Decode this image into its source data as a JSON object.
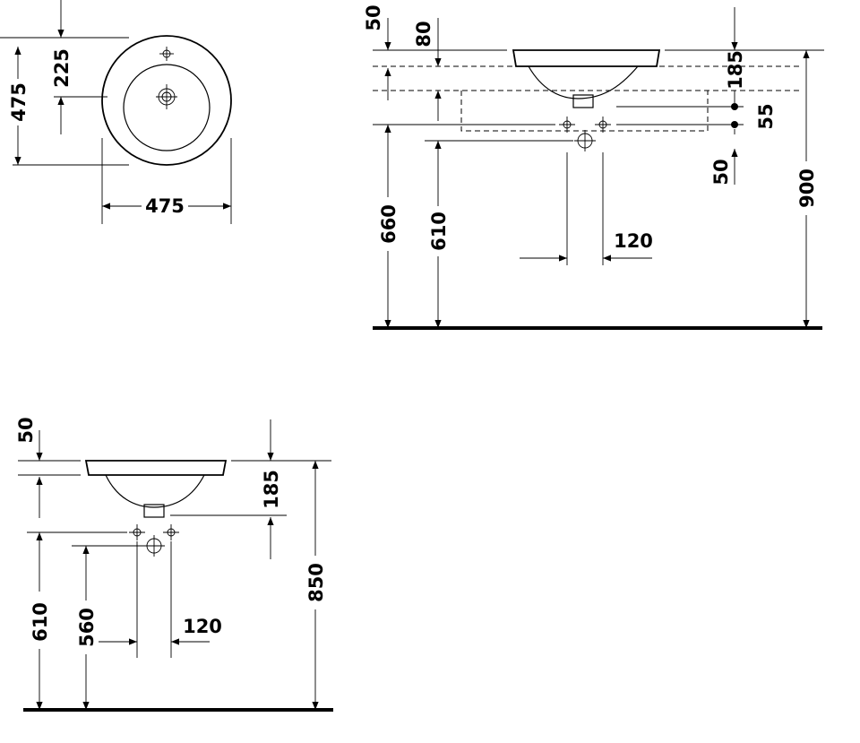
{
  "top_view": {
    "dim_depth": "475",
    "dim_tap_offset": "225",
    "dim_width": "475"
  },
  "side_view_a": {
    "dim_rim": "50",
    "dim_rim_to_deck": "80",
    "dim_basin_depth": "185",
    "dim_pipe_spacing": "55",
    "dim_trap_offset": "50",
    "dim_height_total": "900",
    "dim_supply_height": "660",
    "dim_waste_height": "610",
    "dim_trap_width": "120"
  },
  "side_view_b": {
    "dim_rim": "50",
    "dim_basin_depth": "185",
    "dim_height_total": "850",
    "dim_supply_height": "610",
    "dim_waste_height": "560",
    "dim_trap_width": "120"
  }
}
